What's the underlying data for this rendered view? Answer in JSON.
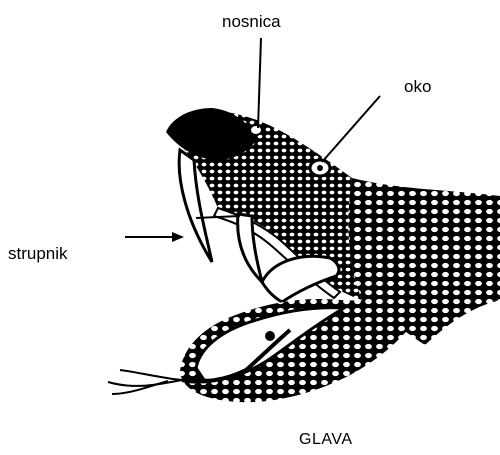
{
  "labels": {
    "nostril": "nosnica",
    "eye": "oko",
    "fang": "strupnik",
    "caption": "GLAVA"
  },
  "colors": {
    "ink": "#000000",
    "paper": "#ffffff"
  }
}
